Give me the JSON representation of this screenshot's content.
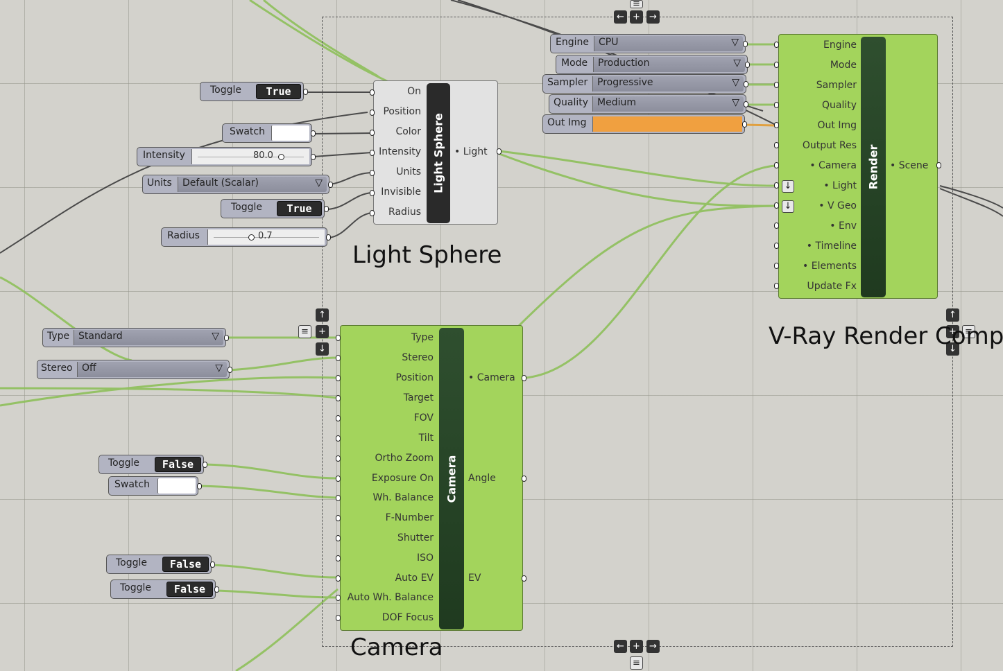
{
  "light_sphere": {
    "title": "Light Sphere",
    "bar_label": "Light Sphere",
    "inputs": [
      "On",
      "Position",
      "Color",
      "Intensity",
      "Units",
      "Invisible",
      "Radius"
    ],
    "outputs": [
      "• Light"
    ]
  },
  "camera": {
    "title": "Camera",
    "bar_label": "Camera",
    "inputs": [
      "Type",
      "Stereo",
      "Position",
      "Target",
      "FOV",
      "Tilt",
      "Ortho Zoom",
      "Exposure On",
      "Wh. Balance",
      "F-Number",
      "Shutter",
      "ISO",
      "Auto EV",
      "Auto Wh. Balance",
      "DOF Focus"
    ],
    "outputs": [
      "• Camera",
      "Angle",
      "EV"
    ]
  },
  "render": {
    "title": "V-Ray Render Comp",
    "bar_label": "Render",
    "inputs": [
      "Engine",
      "Mode",
      "Sampler",
      "Quality",
      "Out Img",
      "Output Res",
      "• Camera",
      "• Light",
      "• V Geo",
      "• Env",
      "• Timeline",
      "• Elements",
      "Update Fx"
    ],
    "outputs": [
      "• Scene"
    ]
  },
  "params": {
    "toggle_on": {
      "label": "Toggle",
      "value": "True"
    },
    "swatch_color": {
      "label": "Swatch",
      "color": "#ffffff"
    },
    "intensity": {
      "label": "Intensity",
      "value": "80.0",
      "fraction": 0.8
    },
    "units": {
      "label": "Units",
      "value": "Default (Scalar)"
    },
    "toggle_invisible": {
      "label": "Toggle",
      "value": "True"
    },
    "radius": {
      "label": "Radius",
      "value": "0.7",
      "fraction": 0.35
    },
    "engine": {
      "label": "Engine",
      "value": "CPU"
    },
    "mode": {
      "label": "Mode",
      "value": "Production"
    },
    "sampler": {
      "label": "Sampler",
      "value": "Progressive"
    },
    "quality": {
      "label": "Quality",
      "value": "Medium"
    },
    "out_img": {
      "label": "Out Img",
      "color": "#f0a040"
    },
    "type": {
      "label": "Type",
      "value": "Standard"
    },
    "stereo": {
      "label": "Stereo",
      "value": "Off"
    },
    "toggle_exposure": {
      "label": "Toggle",
      "value": "False"
    },
    "swatch_wb": {
      "label": "Swatch",
      "color": "#ffffff"
    },
    "toggle_autoev": {
      "label": "Toggle",
      "value": "False"
    },
    "toggle_autowb": {
      "label": "Toggle",
      "value": "False"
    }
  },
  "icons": {
    "dropdown_arrow": "▽",
    "flatten": "↓",
    "control_plus": "+",
    "control_left": "←",
    "control_right": "→",
    "control_up": "↑",
    "control_down": "↓",
    "control_menu": "≡"
  },
  "colors": {
    "canvas": "#d3d2cc",
    "wire": "#8ec05a",
    "wire_dark": "#444444",
    "component_green": "#a3d45c",
    "param_grey": "#b2b4c2",
    "orange_output": "#f0a040"
  }
}
